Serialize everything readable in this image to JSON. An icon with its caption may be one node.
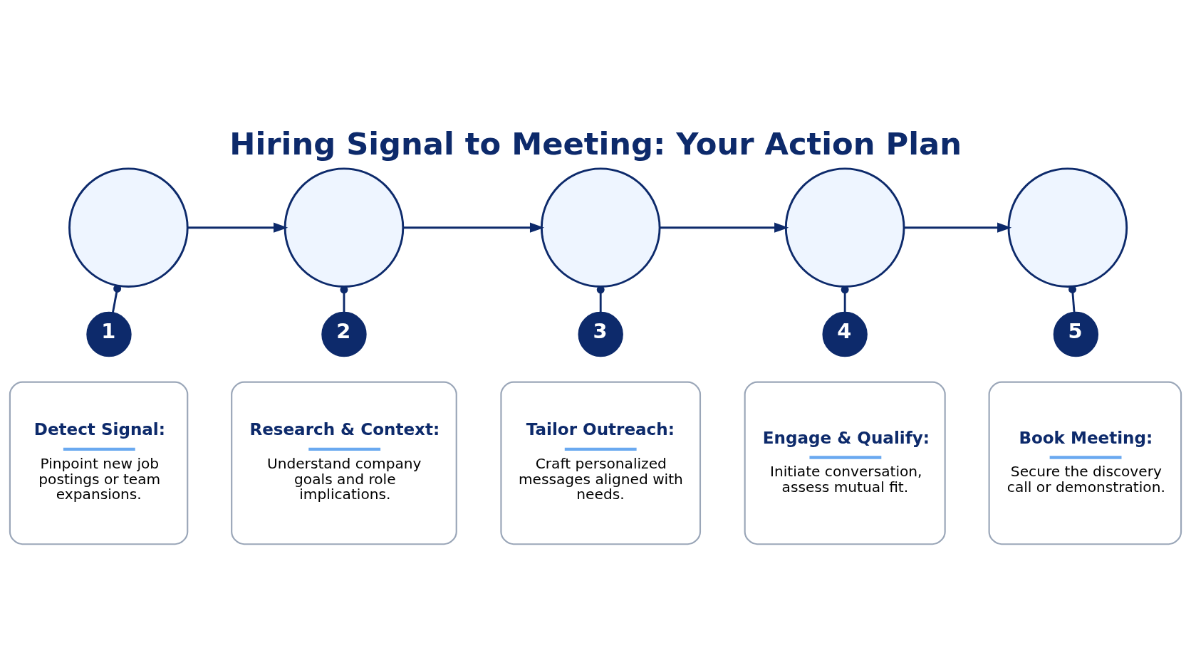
{
  "diagram": {
    "title": "Hiring Signal to Meeting: Your Action Plan",
    "nodes": [
      {
        "text": [],
        "shape": "circle"
      },
      {
        "text": [
          "1"
        ]
      },
      {
        "text": [
          "Detect Signal:",
          "Pinpoint new job postings or team expansions."
        ]
      },
      {
        "text": [],
        "shape": "circle"
      },
      {
        "text": [
          "2"
        ]
      },
      {
        "text": [
          "Research & Context:",
          "Understand company goals and role implications."
        ]
      },
      {
        "text": [],
        "shape": "circle"
      },
      {
        "text": [
          "3"
        ]
      },
      {
        "text": [
          "Tailor Outreach:",
          "Craft personalized messages aligned with needs."
        ]
      },
      {
        "text": [],
        "shape": "circle"
      },
      {
        "text": [
          "4"
        ]
      },
      {
        "text": [
          "Engage & Qualify:",
          "Initiate conversation, assess mutual fit."
        ]
      },
      {
        "text": [],
        "shape": "circle"
      },
      {
        "text": [
          "5"
        ]
      },
      {
        "text": [
          "Book Meeting:",
          "Secure the discovery call or demonstration."
        ]
      }
    ],
    "edges": [
      {
        "from": 0,
        "to": 3,
        "arrow": "to"
      },
      {
        "from": 3,
        "to": 6,
        "arrow": "to"
      },
      {
        "from": 6,
        "to": 9,
        "arrow": "to"
      },
      {
        "from": 9,
        "to": 12,
        "arrow": "to"
      },
      {
        "from": 0,
        "to": 1,
        "arrow": "other"
      },
      {
        "from": 3,
        "to": 4,
        "arrow": "other"
      },
      {
        "from": 6,
        "to": 7,
        "arrow": "other"
      },
      {
        "from": 9,
        "to": 10,
        "arrow": "other"
      },
      {
        "from": 12,
        "to": 13,
        "arrow": "other"
      }
    ]
  }
}
